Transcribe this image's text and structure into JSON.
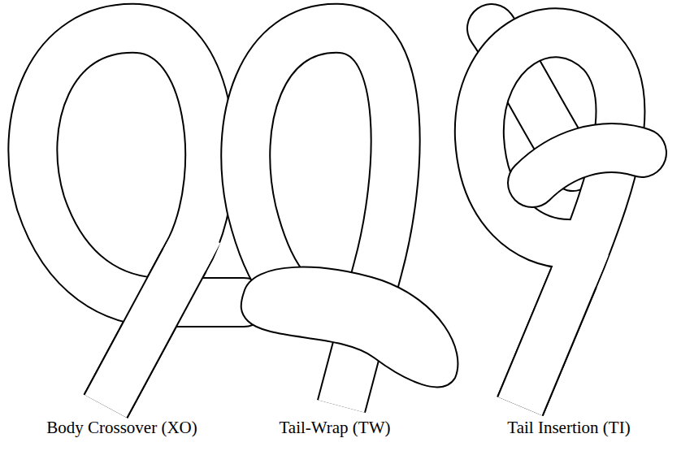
{
  "diagram": {
    "labels": [
      "Body Crossover (XO)",
      "Tail-Wrap (TW)",
      "Tail Insertion (TI)"
    ]
  }
}
